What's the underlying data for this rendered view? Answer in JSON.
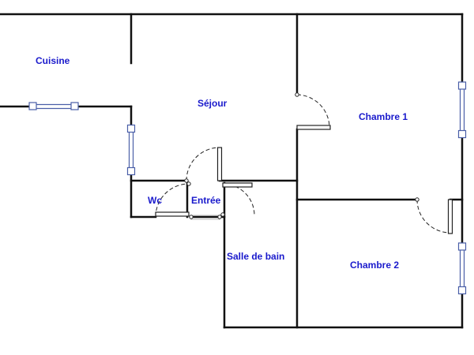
{
  "plan": {
    "colors": {
      "wall": "#111111",
      "label": "#1a1acc",
      "window": "#4a5fa8"
    },
    "rooms": [
      {
        "id": "cuisine",
        "label": "Cuisine"
      },
      {
        "id": "sejour",
        "label": "Séjour"
      },
      {
        "id": "chambre1",
        "label": "Chambre 1"
      },
      {
        "id": "wc",
        "label": "Wc"
      },
      {
        "id": "entree",
        "label": "Entrée"
      },
      {
        "id": "salle-de-bain",
        "label": "Salle de bain"
      },
      {
        "id": "chambre2",
        "label": "Chambre 2"
      }
    ]
  }
}
